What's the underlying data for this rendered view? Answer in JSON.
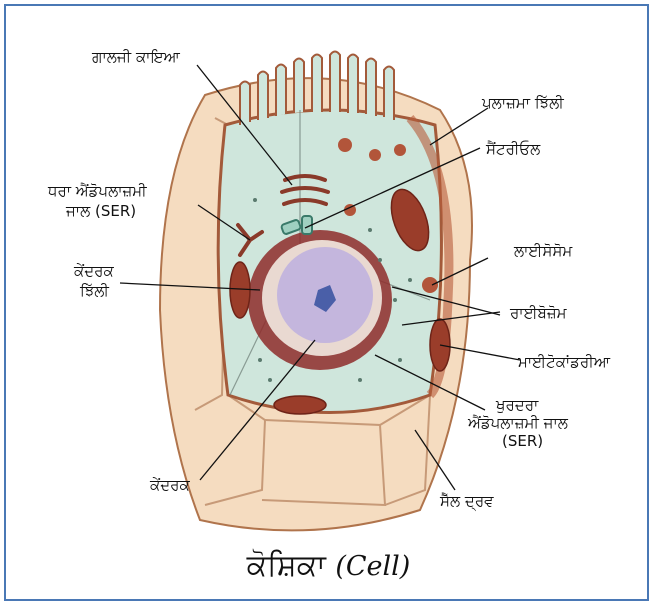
{
  "caption": {
    "punjabi": "ਕੋਸ਼ਿਕਾ",
    "english": "(Cell)"
  },
  "labels": {
    "golgi": "ਗਾਲਜੀ ਕਾਇਆ",
    "plasma_membrane": "ਪਲਾਜ਼ਮਾ ਝਿੱਲੀ",
    "centriole": "ਸੈਂਟਰੀਓਲ",
    "ser_line1": "ਧਰਾ ਐਂਡੋਪਲਾਜ਼ਮੀ",
    "ser_line2": "ਜਾਲ (SER)",
    "lysosome": "ਲਾਈਸੋਸੋਮ",
    "nuclear_membrane_line1": "ਕੇਂਦਰਕ",
    "nuclear_membrane_line2": "ਝਿੱਲੀ",
    "ribosome": "ਰਾਈਬੋਜ਼ੋਮ",
    "mitochondria": "ਮਾਈਟੋਕਾਂਡਰੀਆ",
    "rer_line1": "ਖੁਰਦਰਾ",
    "rer_line2": "ਐਂਡੋਪਲਾਜ਼ਮੀ ਜਾਲ",
    "rer_line3": "(SER)",
    "nucleus": "ਕੇਂਦਰਕ",
    "cytoplasm": "ਸੈੱਲ ਦ੍ਰਵ"
  },
  "colors": {
    "frame": "#4a78b5",
    "cell_wall": "#f5dcc0",
    "cell_wall_edge": "#b0744c",
    "cytoplasm": "#cfe6dc",
    "membrane": "#a35a3a",
    "organelle": "#9a3d2a",
    "nucleus_outer": "#8e2c2a",
    "nucleus_inner": "#c4b6dd"
  }
}
